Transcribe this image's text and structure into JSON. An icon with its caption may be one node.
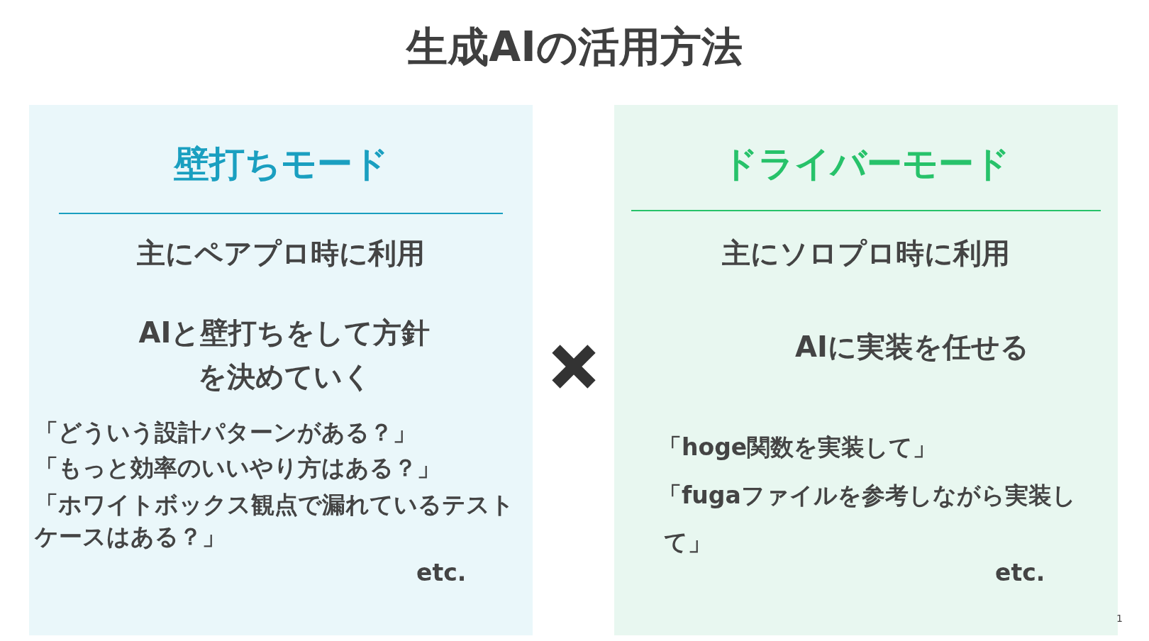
{
  "diagram": {
    "title": "生成AIの活用方法",
    "nodes": [
      {
        "text": [
          "壁打ちモード",
          "主にペアプロ時に利用",
          "AIと壁打ちをして方針を決めていく",
          "「どういう設計パターンがある？」",
          "「もっと効率のいいやり方はある？」",
          "「ホワイトボックス観点で漏れているテストケースはある？」",
          "etc."
        ]
      },
      {
        "text": [
          "ドライバーモード",
          "主にソロプロ時に利用",
          "AIに実装を任せる",
          "「hoge関数を実装して」",
          "「fugaファイルを参考しながら実装して」",
          "etc."
        ]
      }
    ],
    "labels": [
      "1"
    ]
  }
}
